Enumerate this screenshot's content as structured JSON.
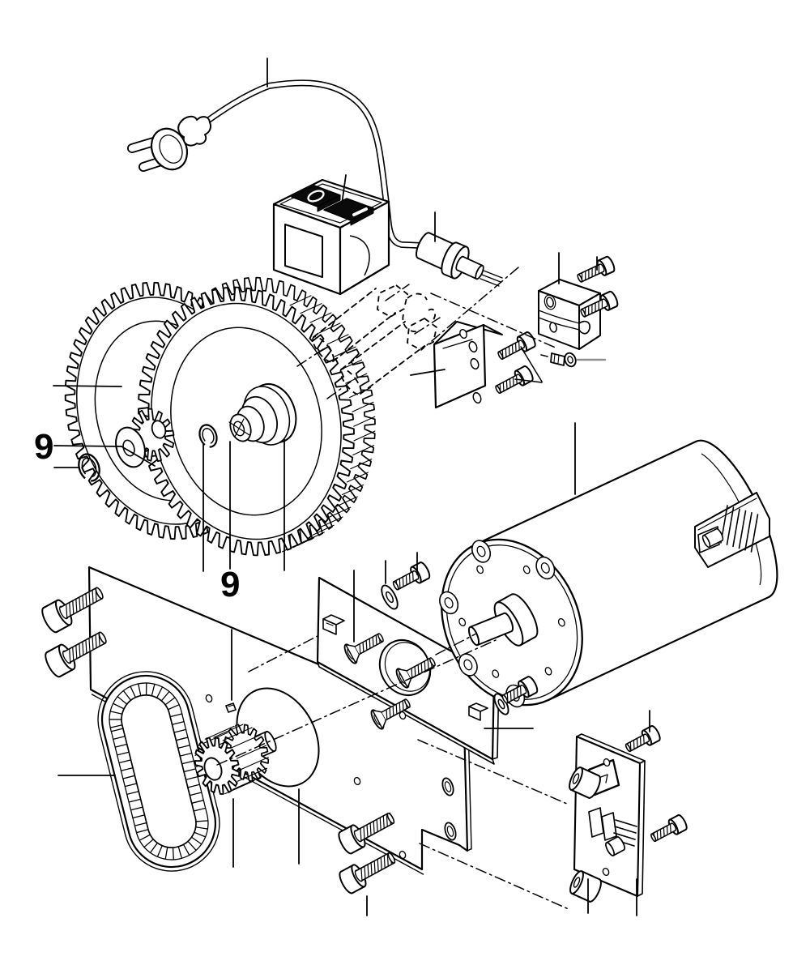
{
  "diagram": {
    "type": "exploded-parts-diagram",
    "background": "#ffffff",
    "ink": "#000000",
    "muted_leader_color": "#8f8f8f",
    "callouts": [
      {
        "id": "gear-shaft-washer-front",
        "text": "9"
      },
      {
        "id": "gear-shaft-washer-rear",
        "text": "9"
      }
    ]
  }
}
